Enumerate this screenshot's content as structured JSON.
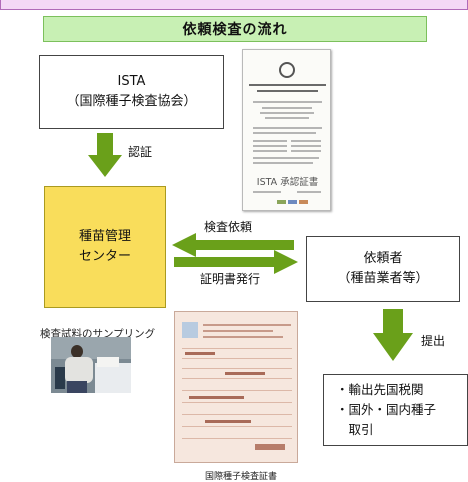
{
  "title": "依頼検査の流れ",
  "ista": {
    "line1": "ISTA",
    "line2": "（国際種子検査協会）"
  },
  "ninsho_label": "認証",
  "center": {
    "line1": "種苗管理",
    "line2": "センター"
  },
  "request_label": "検査依頼",
  "issue_label": "証明書発行",
  "requester": {
    "line1": "依頼者",
    "line2": "（種苗業者等）"
  },
  "submit_label": "提出",
  "destinations": [
    "・輸出先国税関",
    "・国外・国内種子",
    "　取引"
  ],
  "sampling_caption": "検査試料のサンプリング",
  "ista_cert_text": "ISTA 承認証書",
  "cert_caption": "国際種子検査証書",
  "colors": {
    "arrow_green": "#6aa01a",
    "title_bg": "#c8f0b4",
    "center_bg": "#f9dd5b",
    "top_strip": "#f4d8f6"
  },
  "icons": {
    "down_arrow": "green-down-arrow",
    "left_arrow": "green-left-arrow",
    "right_arrow": "green-right-arrow"
  }
}
